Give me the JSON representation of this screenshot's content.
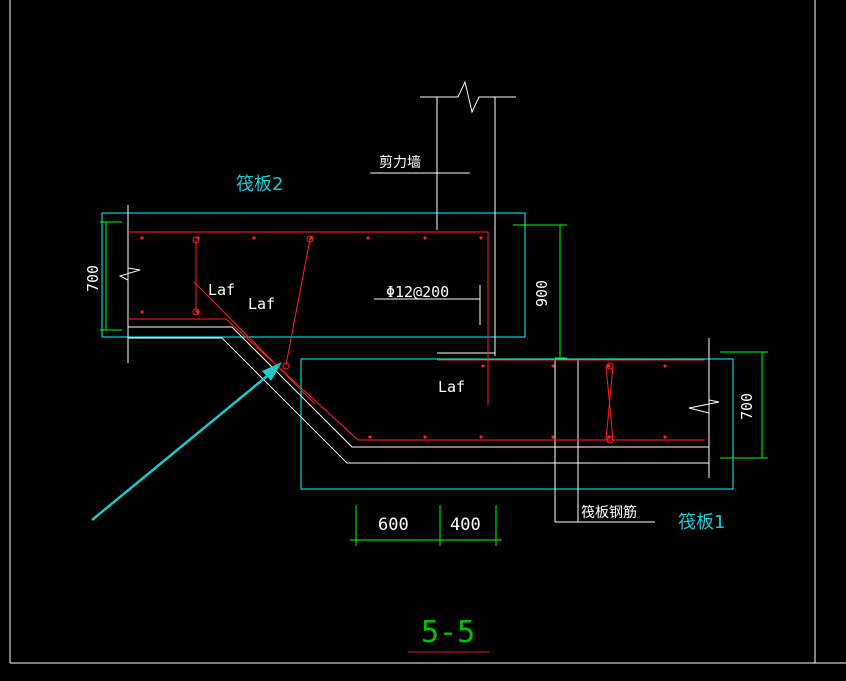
{
  "labels": {
    "raft2": "筏板2",
    "raft1": "筏板1",
    "shear_wall": "剪力墙",
    "rebar_spec": "Φ12@200",
    "raft_rebar": "筏板钢筋",
    "laf": "Laf",
    "section_title": "5-5"
  },
  "dimensions": {
    "raft2_thickness": "700",
    "raft1_thickness": "700",
    "step_height": "900",
    "bottom_left": "600",
    "bottom_right": "400"
  },
  "colors": {
    "background": "#000000",
    "concrete_outline": "#00ffff",
    "rebar": "#ff2020",
    "lines": "#ffffff",
    "dimension": "#00ff00",
    "label_cyan": "#20c8d8",
    "title_green": "#00c000",
    "title_underline": "#d02020",
    "arrow": "#20c8c8"
  }
}
